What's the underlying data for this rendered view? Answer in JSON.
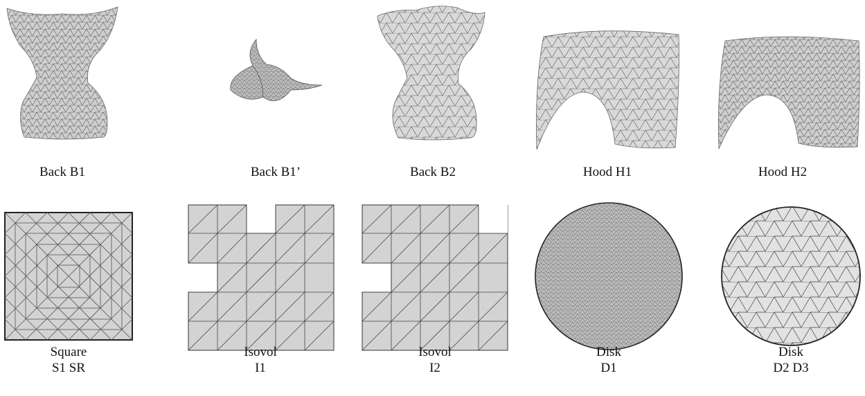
{
  "colors": {
    "mesh_fill": "#cfcfcf",
    "mesh_line": "#555555",
    "grid_fill": "#d3d3d3",
    "grid_line": "#444444",
    "text": "#111111"
  },
  "figures": [
    {
      "name": "back-b1",
      "caption": [
        "Back B1"
      ]
    },
    {
      "name": "back-b1-prime",
      "caption": [
        "Back B1’"
      ]
    },
    {
      "name": "back-b2",
      "caption": [
        "Back B2"
      ]
    },
    {
      "name": "hood-h1",
      "caption": [
        "Hood H1"
      ]
    },
    {
      "name": "hood-h2",
      "caption": [
        "Hood H2"
      ]
    },
    {
      "name": "square",
      "caption": [
        "Square",
        "S1 SR"
      ]
    },
    {
      "name": "isovol-i1",
      "caption": [
        "Isovol",
        "I1"
      ]
    },
    {
      "name": "isovol-i2",
      "caption": [
        "Isovol",
        "I2"
      ]
    },
    {
      "name": "disk-d1",
      "caption": [
        "Disk",
        "D1"
      ]
    },
    {
      "name": "disk-d2-d3",
      "caption": [
        "Disk",
        "D2 D3"
      ]
    }
  ]
}
